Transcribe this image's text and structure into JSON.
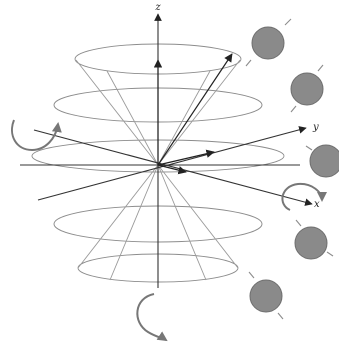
{
  "axes": {
    "z_label": "z",
    "y_label": "y",
    "x_label": "x"
  },
  "colors": {
    "background": "#ffffff",
    "cone_lines": "#9a9a9a",
    "axes": "#333333",
    "spin_particles": "#8a8a8a",
    "rotation_arrows": "#777777"
  },
  "icons": {
    "rotation_arrows": [
      "curved-arrow-icon",
      "curved-arrow-icon",
      "curved-arrow-icon"
    ],
    "spin_particles": [
      "spin-sphere-icon",
      "spin-sphere-icon",
      "spin-sphere-icon",
      "spin-sphere-icon",
      "spin-sphere-icon"
    ]
  }
}
